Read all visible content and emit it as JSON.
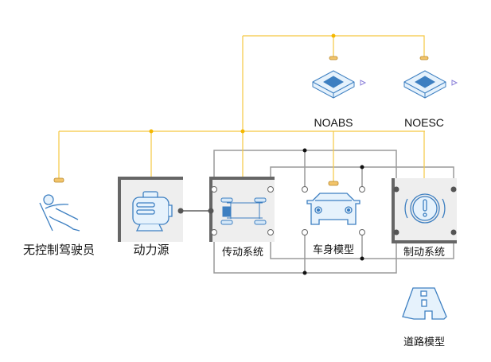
{
  "colors": {
    "bus": "#f5c842",
    "wire": "#9a9a9a",
    "icon": "#3d7fc1",
    "icon_fill": "#e6f2fc",
    "block_bg": "#eeeeee",
    "block_border": "#666666"
  },
  "blocks": [
    {
      "id": "driver",
      "label": "无控制驾驶员",
      "icon": "driver-seated-icon"
    },
    {
      "id": "power",
      "label": "动力源",
      "icon": "engine-icon"
    },
    {
      "id": "transmission",
      "label": "传动系统",
      "icon": "drivetrain-icon"
    },
    {
      "id": "vehicle",
      "label": "车身模型",
      "icon": "car-front-icon"
    },
    {
      "id": "brake",
      "label": "制动系统",
      "icon": "brake-warning-icon"
    },
    {
      "id": "noabs",
      "label": "NOABS",
      "icon": "chip-icon"
    },
    {
      "id": "noesc",
      "label": "NOESC",
      "icon": "chip-icon"
    },
    {
      "id": "road",
      "label": "道路模型",
      "icon": "road-icon"
    }
  ]
}
